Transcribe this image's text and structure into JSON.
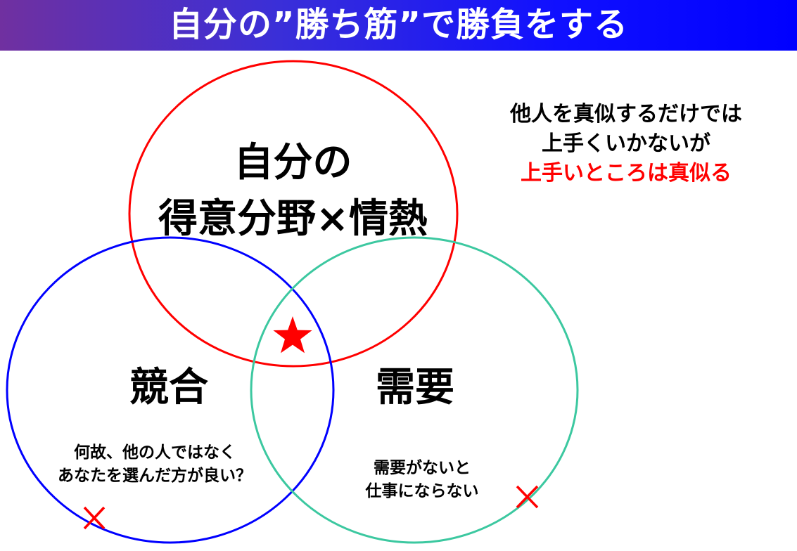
{
  "header": {
    "title": "自分の”勝ち筋”で勝負をする",
    "gradient_colors": [
      "#7030a0",
      "#0000ff"
    ]
  },
  "venn": {
    "circles": [
      {
        "id": "self",
        "label_lines": [
          "自分の",
          "得意分野×情熱"
        ],
        "stroke": "#ff0000"
      },
      {
        "id": "competition",
        "label": "競合",
        "note_lines": [
          "何故、他の人ではなく",
          "あなたを選んだ方が良い？"
        ],
        "stroke": "#0000ff"
      },
      {
        "id": "demand",
        "label": "需要",
        "note_lines": [
          "需要がないと",
          "仕事にならない"
        ],
        "stroke": "#3cc8a0"
      }
    ],
    "center_marker": {
      "icon": "star-icon",
      "color": "#ff0000"
    },
    "fail_markers": [
      {
        "icon": "cross-icon",
        "color": "#ff0000",
        "position": "competition-edge"
      },
      {
        "icon": "cross-icon",
        "color": "#ff0000",
        "position": "demand-edge"
      }
    ]
  },
  "side_note": {
    "lines": [
      "他人を真似するだけでは",
      "上手くいかないが"
    ],
    "highlight": "上手いところは真似る",
    "highlight_color": "#ff0000"
  }
}
